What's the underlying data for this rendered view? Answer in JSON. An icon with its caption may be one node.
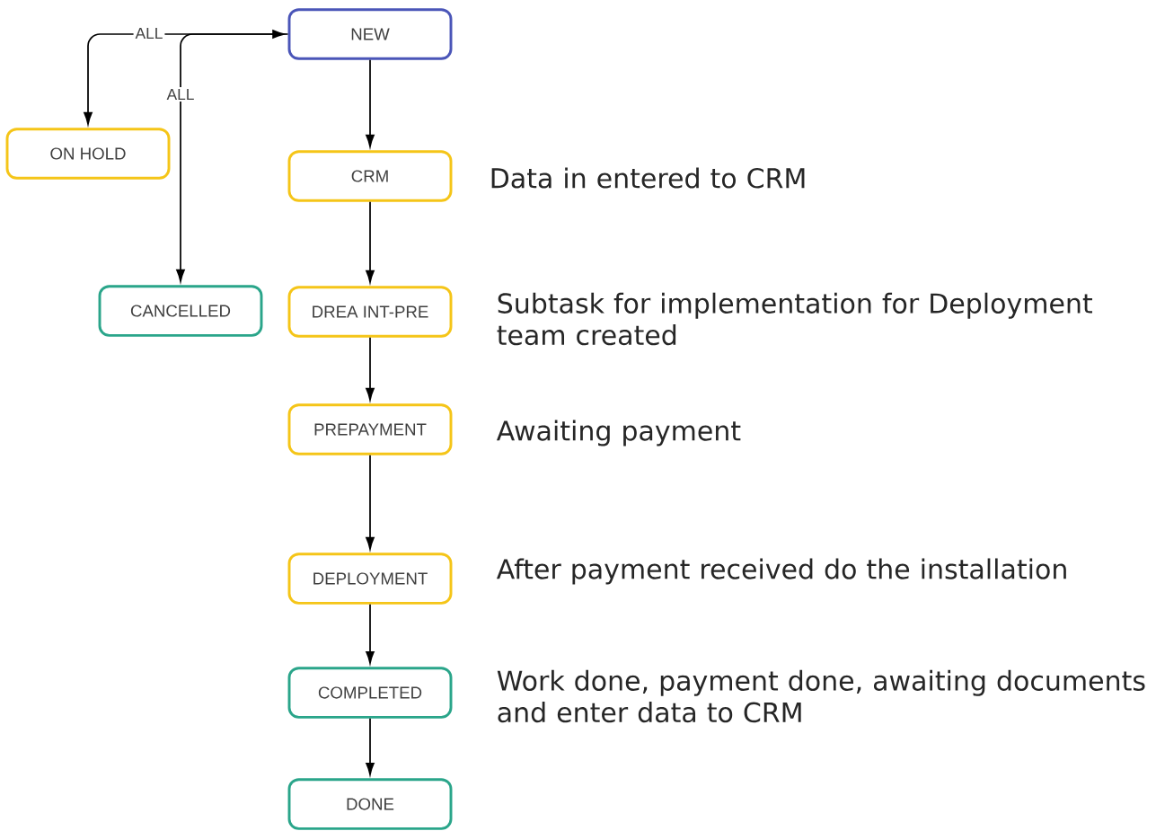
{
  "diagram": {
    "nodes": [
      {
        "text": [
          "NEW"
        ]
      },
      {
        "text": [
          "ON HOLD"
        ]
      },
      {
        "text": [
          "CRM"
        ],
        "beside": [
          "Data in entered to CRM"
        ]
      },
      {
        "text": [
          "CANCELLED"
        ]
      },
      {
        "text": [
          "DREA INT-PRE"
        ],
        "beside": [
          "Subtask for implementation for Deployment team created"
        ]
      },
      {
        "text": [
          "PREPAYMENT"
        ],
        "beside": [
          "Awaiting payment"
        ]
      },
      {
        "text": [
          "DEPLOYMENT"
        ],
        "beside": [
          "After payment received do the installation"
        ]
      },
      {
        "text": [
          "COMPLETED"
        ],
        "beside": [
          "Work done, payment done, awaiting documents and enter data to CRM"
        ]
      },
      {
        "text": [
          "DONE"
        ]
      }
    ],
    "edges": [
      {
        "from": 0,
        "to": 1,
        "arrow": "both",
        "label": "ALL"
      },
      {
        "from": 0,
        "to": 3,
        "arrow": "to",
        "label": "ALL"
      },
      {
        "from": 0,
        "to": 2,
        "arrow": "to"
      },
      {
        "from": 2,
        "to": 4,
        "arrow": "to"
      },
      {
        "from": 4,
        "to": 5,
        "arrow": "to"
      },
      {
        "from": 5,
        "to": 6,
        "arrow": "to"
      },
      {
        "from": 6,
        "to": 7,
        "arrow": "to"
      },
      {
        "from": 7,
        "to": 8,
        "arrow": "to"
      }
    ]
  }
}
